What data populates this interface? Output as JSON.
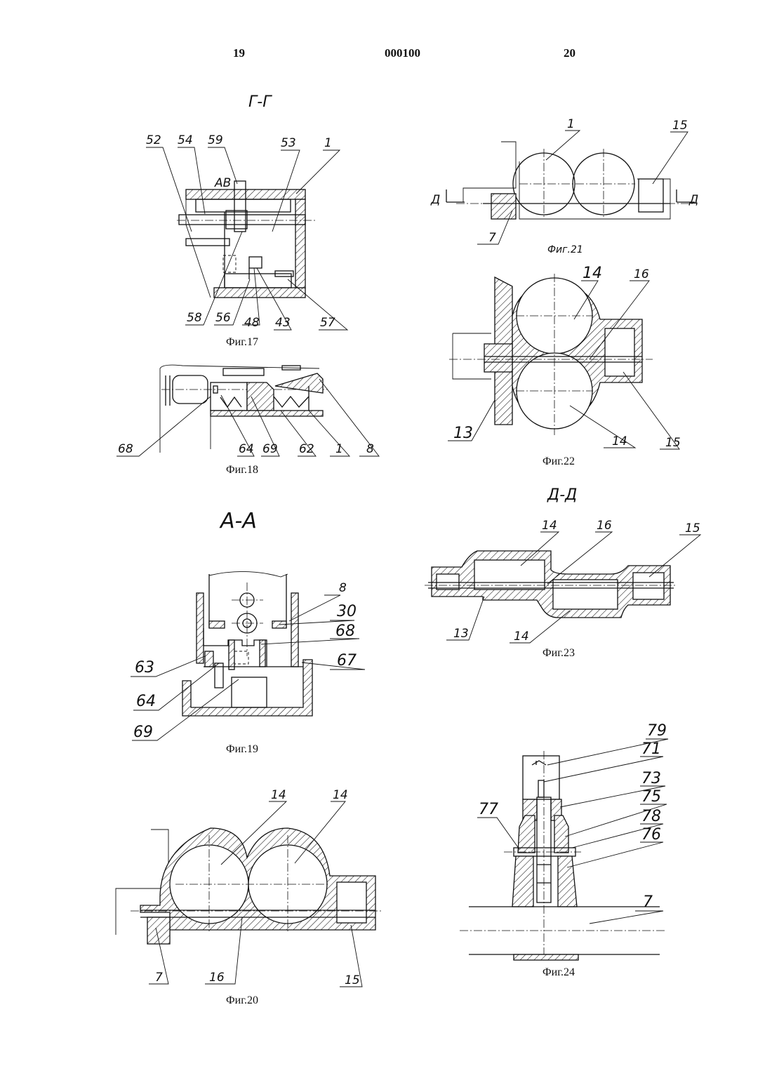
{
  "header": {
    "left_page": "19",
    "doc_number": "000100",
    "right_page": "20"
  },
  "sections": {
    "g_g": "Г-Г",
    "a_a": "А-А",
    "d_d": "Д-Д"
  },
  "marks": {
    "ab": "АВ",
    "d": "Д"
  },
  "captions": {
    "fig17": "Фиг.17",
    "fig18": "Фиг.18",
    "fig19": "Фиг.19",
    "fig20": "Фиг.20",
    "fig21": "Фиг.21",
    "fig22": "Фиг.22",
    "fig23": "Фиг.23",
    "fig24": "Фиг.24"
  },
  "labels": {
    "fig17": [
      "52",
      "54",
      "59",
      "53",
      "1",
      "58",
      "56",
      "48",
      "43",
      "57"
    ],
    "fig18": [
      "68",
      "64",
      "69",
      "62",
      "1",
      "8"
    ],
    "fig19": [
      "8",
      "30",
      "68",
      "63",
      "67",
      "64",
      "69"
    ],
    "fig20": [
      "14",
      "14",
      "7",
      "16",
      "15"
    ],
    "fig21": [
      "1",
      "15",
      "7"
    ],
    "fig22": [
      "14",
      "16",
      "13",
      "14",
      "15"
    ],
    "fig23": [
      "14",
      "16",
      "15",
      "13",
      "14"
    ],
    "fig24": [
      "79",
      "71",
      "73",
      "77",
      "75",
      "78",
      "76",
      "7"
    ]
  }
}
